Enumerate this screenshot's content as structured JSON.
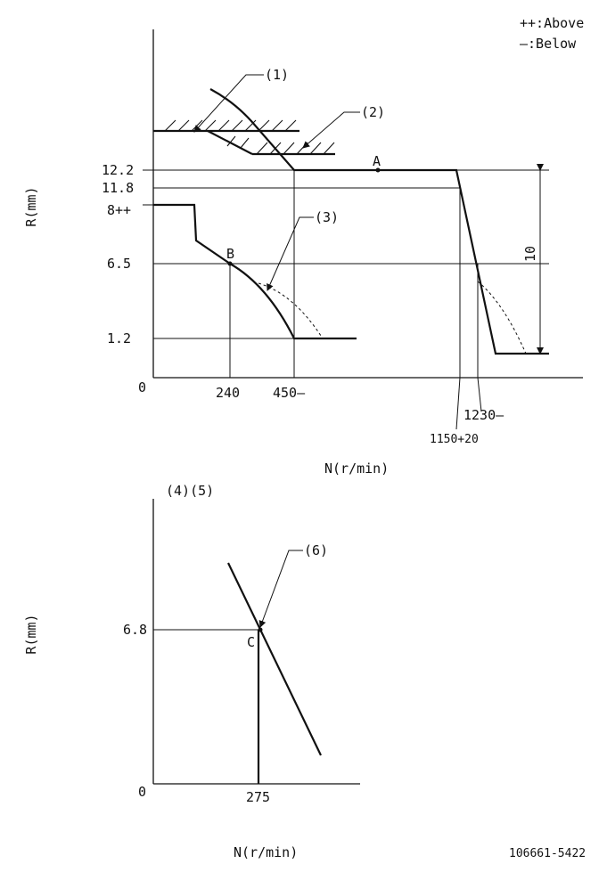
{
  "legend": {
    "above": "++:Above",
    "below": "—:Below"
  },
  "top": {
    "ylabel": "R(mm)",
    "xlabel": "N(r/min)",
    "origin": "0",
    "y_ticks": [
      "12.2",
      "11.8",
      "8++",
      "6.5",
      "1.2"
    ],
    "x_ticks": [
      "240",
      "450—",
      "1150+20",
      "1230—"
    ],
    "callouts": [
      "(1)",
      "(2)",
      "(3)"
    ],
    "points": [
      "A",
      "B"
    ],
    "dimension": "10"
  },
  "bottom": {
    "header": "(4)(5)",
    "ylabel": "R(mm)",
    "xlabel": "N(r/min)",
    "origin": "0",
    "y_tick": "6.8",
    "x_tick": "275",
    "callout": "(6)",
    "point": "C"
  },
  "doc_id": "106661-5422"
}
